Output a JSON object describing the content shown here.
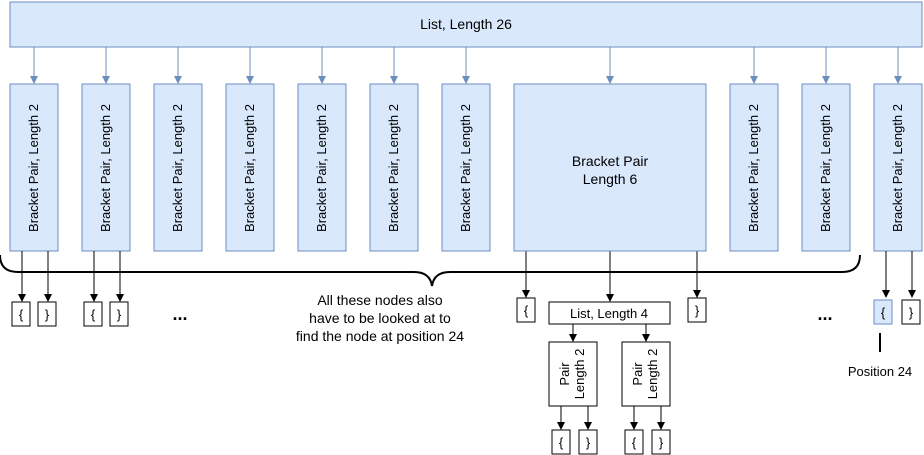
{
  "diagram": {
    "root_label": "List, Length 26",
    "bracket_pair_label": "Bracket Pair, Length 2",
    "large_pair_label_line1": "Bracket Pair",
    "large_pair_label_line2": "Length 6",
    "inner_list_label": "List, Length 4",
    "small_pair_label_line1": "Pair",
    "small_pair_label_line2": "Length 2",
    "open_brace": "{",
    "close_brace": "}",
    "ellipsis": "...",
    "annotation_line1": "All these nodes also",
    "annotation_line2": "have to be looked at to",
    "annotation_line3": "find the node at position 24",
    "position_label": "Position 24"
  },
  "colors": {
    "node_fill": "#dae8fc",
    "node_stroke": "#6c8ebf",
    "leaf_fill": "#ffffff",
    "leaf_stroke": "#000000",
    "highlight_fill": "#dae8fc",
    "text": "#000000"
  }
}
